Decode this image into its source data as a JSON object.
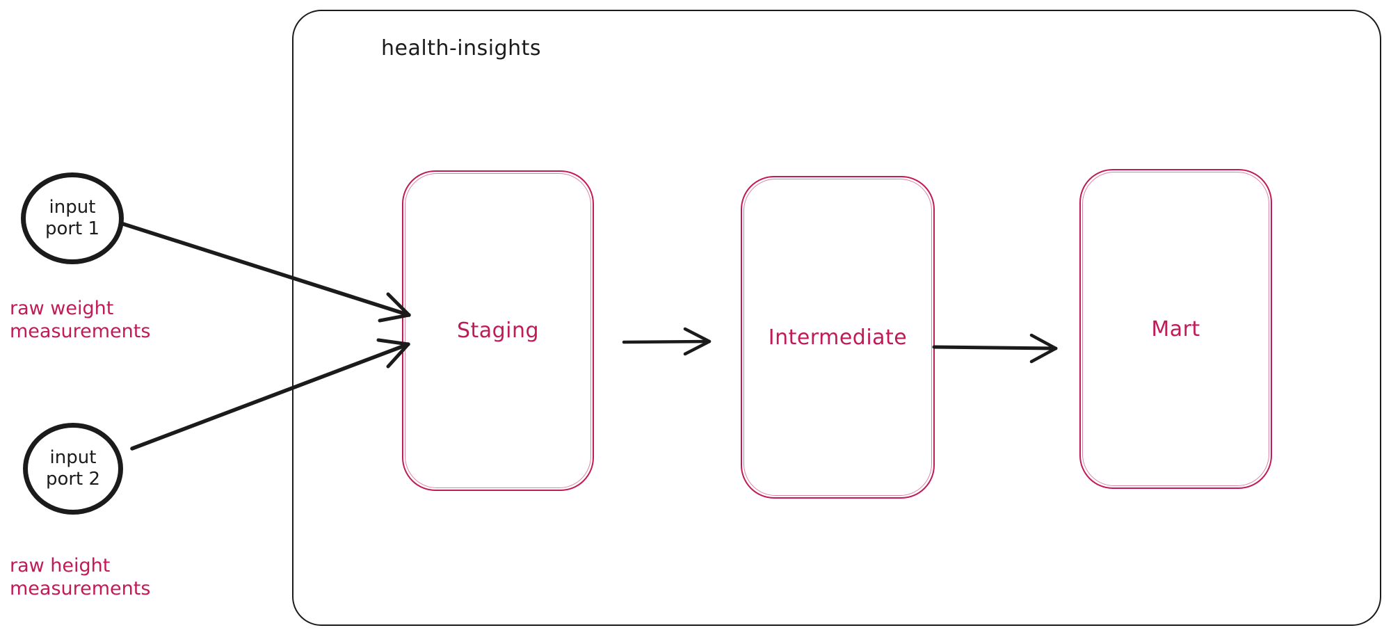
{
  "container": {
    "label": "health-insights"
  },
  "inputs": [
    {
      "label_line1": "input",
      "label_line2": "port 1",
      "caption_line1": "raw weight",
      "caption_line2": "measurements"
    },
    {
      "label_line1": "input",
      "label_line2": "port 2",
      "caption_line1": "raw height",
      "caption_line2": "measurements"
    }
  ],
  "stages": [
    {
      "label": "Staging"
    },
    {
      "label": "Intermediate"
    },
    {
      "label": "Mart"
    }
  ],
  "edges": [
    {
      "from": "input port 1",
      "to": "Staging"
    },
    {
      "from": "input port 2",
      "to": "Staging"
    },
    {
      "from": "Staging",
      "to": "Intermediate"
    },
    {
      "from": "Intermediate",
      "to": "Mart"
    }
  ],
  "colors": {
    "ink": "#1b1b1b",
    "crimson": "#c01a57",
    "background": "#ffffff"
  }
}
